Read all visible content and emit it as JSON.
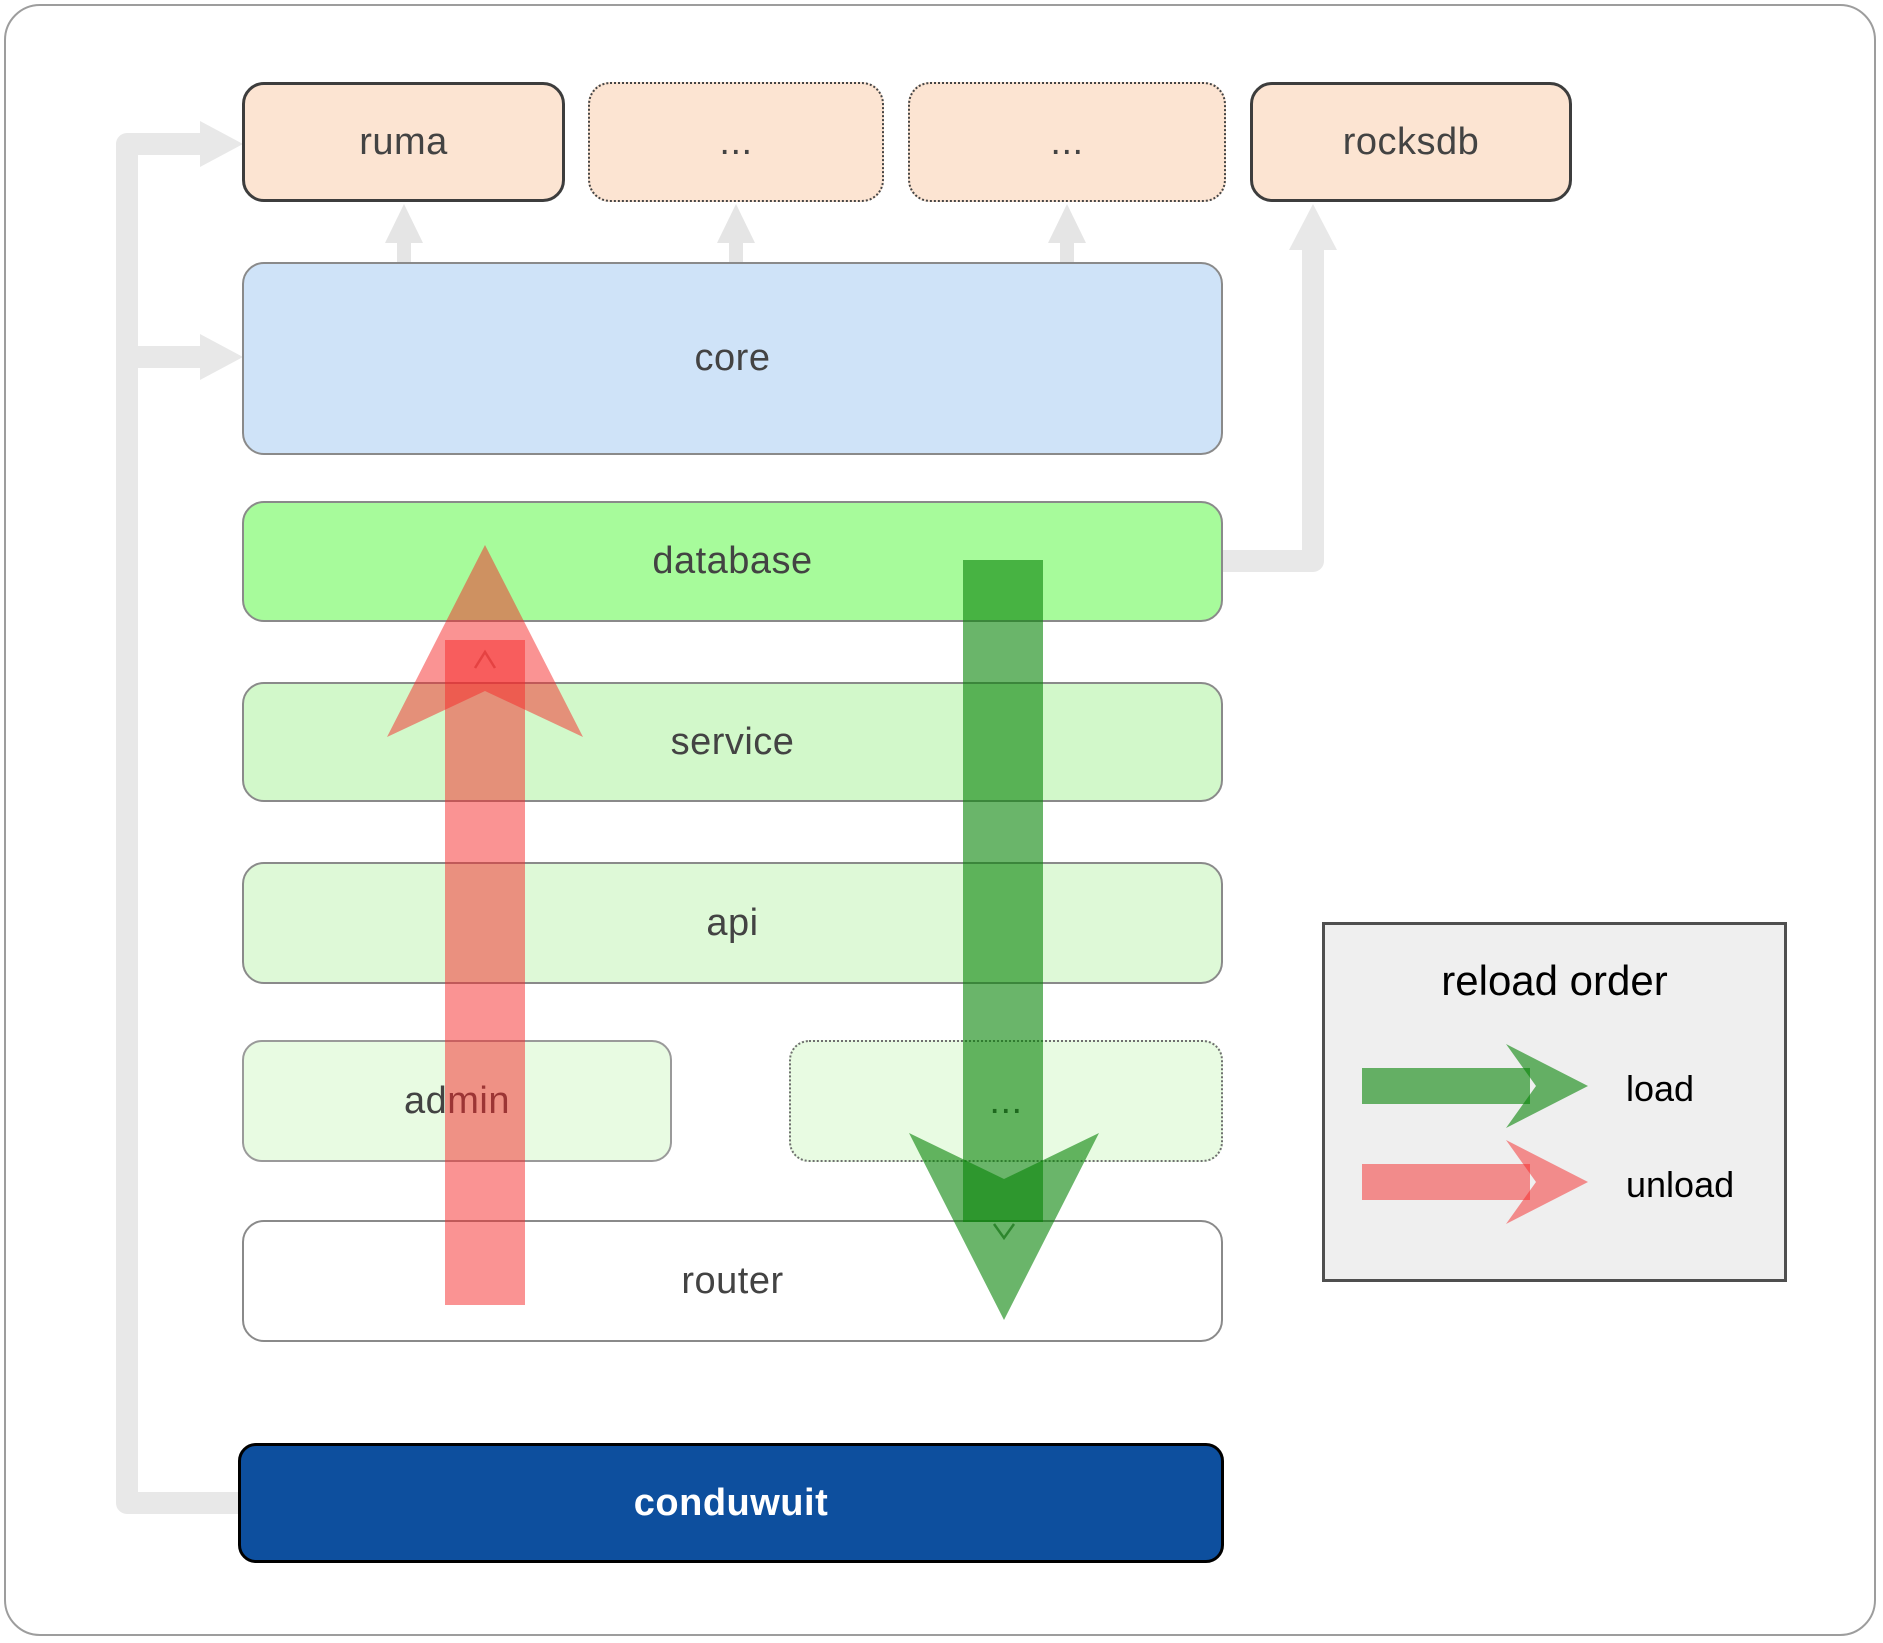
{
  "boxes": {
    "ruma": "ruma",
    "ellipsis1": "...",
    "ellipsis2": "...",
    "rocksdb": "rocksdb",
    "core": "core",
    "database": "database",
    "service": "service",
    "api": "api",
    "admin": "admin",
    "ellipsis3": "...",
    "router": "router",
    "conduwuit": "conduwuit"
  },
  "legend": {
    "title": "reload order",
    "load_label": "load",
    "unload_label": "unload"
  },
  "colors": {
    "load_arrow": "#068406",
    "unload_arrow": "#f52828",
    "crate_box_fill": "#fce4d2",
    "core_fill": "#cfe3f8",
    "database_fill": "#a7fb9b",
    "service_fill": "#d2f8ca",
    "api_fill": "#def9d7",
    "admin_fill": "#e8fbe2",
    "router_fill": "#ffffff",
    "conduwuit_fill": "#0d4f9e",
    "connector_gray": "#e8e8e8",
    "legend_fill": "#efefef"
  }
}
